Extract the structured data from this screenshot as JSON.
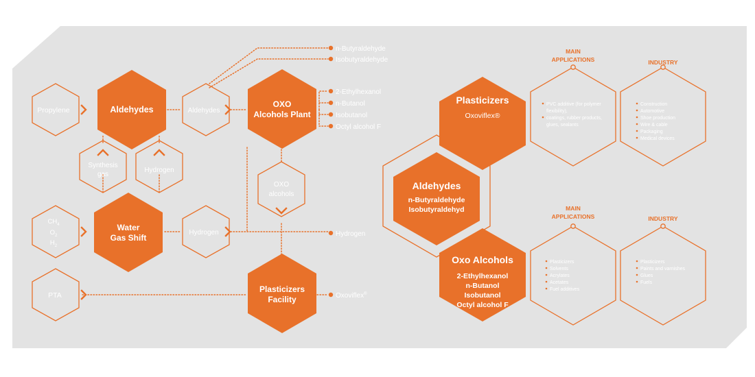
{
  "colors": {
    "accent": "#e8712a",
    "panel": "#e3e3e3",
    "text_on_accent": "#ffffff"
  },
  "left": {
    "inputs": {
      "propylene": "Propylene",
      "ch4": "CH",
      "ch4_sub": "4",
      "o2": "O",
      "o2_sub": "2",
      "h2": "H",
      "h2_sub": "2",
      "pta": "PTA"
    },
    "aldehydes_hex": "Aldehydes",
    "aldehydes_out": "Aldehydes",
    "synthesis_gas": [
      "Synthesis",
      "gas"
    ],
    "hydrogen_mid": "Hydrogen",
    "water_gas_shift": [
      "Water",
      "Gas Shift"
    ],
    "hydrogen_out_hex": "Hydrogen",
    "oxo_plant": [
      "OXO",
      "Alcohols Plant"
    ],
    "oxo_alcohols_small": [
      "OXO",
      "alcohols"
    ],
    "plasticizers_facility": [
      "Plasticizers",
      "Facility"
    ],
    "outputs": {
      "n_butyraldehyde": "n-Butyraldehyde",
      "isobutyraldehyde": "Isobutyraldehyde",
      "ethylhexanol": "2-Ethylhexanol",
      "n_butanol": "n-Butanol",
      "isobutanol": "Isobutanol",
      "octyl_alcohol": "Octyl alcohol F",
      "hydrogen": "Hydrogen",
      "oxoviflex": "Oxoviflex",
      "oxoviflex_mark": "®"
    }
  },
  "right": {
    "plasticizers": {
      "title": "Plasticizers",
      "sub": "Oxoviflex®"
    },
    "aldehydes": {
      "title": "Aldehydes",
      "items": [
        "n-Butyraldehyde",
        "Isobutyraldehyd"
      ]
    },
    "oxo_alcohols": {
      "title": "Oxo Alcohols",
      "items": [
        "2-Ethylhexanol",
        "n-Butanol",
        "Isobutanol",
        "Octyl alcohol F"
      ]
    },
    "top": {
      "main_applications_header": [
        "MAIN",
        "APPLICATIONS"
      ],
      "industry_header": "INDUSTRY",
      "applications": [
        "PVC additive (for polymer",
        "flexibility),",
        "coatings, rubber products,",
        "glues, sealants"
      ],
      "industry": [
        "Construction",
        "Automotive",
        "Shoe production",
        "Wire & cable",
        "Packaging",
        "Medical devices"
      ]
    },
    "bottom": {
      "main_applications_header": [
        "MAIN",
        "APPLICATIONS"
      ],
      "industry_header": "INDUSTRY",
      "applications": [
        "Plasticizers",
        "Solvents",
        "Acrylates",
        "Acetates",
        "Fuel additives"
      ],
      "industry": [
        "Plasticizers",
        "Paints and varnishes",
        "Glues",
        "Fuels"
      ]
    }
  }
}
